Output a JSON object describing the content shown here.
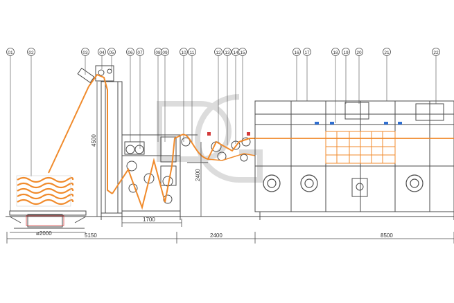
{
  "part_numbers": [
    "01",
    "02",
    "03",
    "04",
    "05",
    "06",
    "07",
    "08",
    "09",
    "10",
    "11",
    "12",
    "13",
    "14",
    "15",
    "16",
    "17",
    "18",
    "19",
    "20",
    "21",
    "22"
  ],
  "dimensions": {
    "height_total": "4500",
    "height_middle": "2400",
    "span_1700": "1700",
    "diameter": "ø2000",
    "length_1": "5150",
    "length_2": "2400",
    "length_3": "8500"
  },
  "colors": {
    "line": "#4a4a4a",
    "fabric": "#f08a2b",
    "accent_red": "#d33b3b",
    "accent_blue": "#2f6fd1",
    "watermark": "#d6d6d6"
  }
}
